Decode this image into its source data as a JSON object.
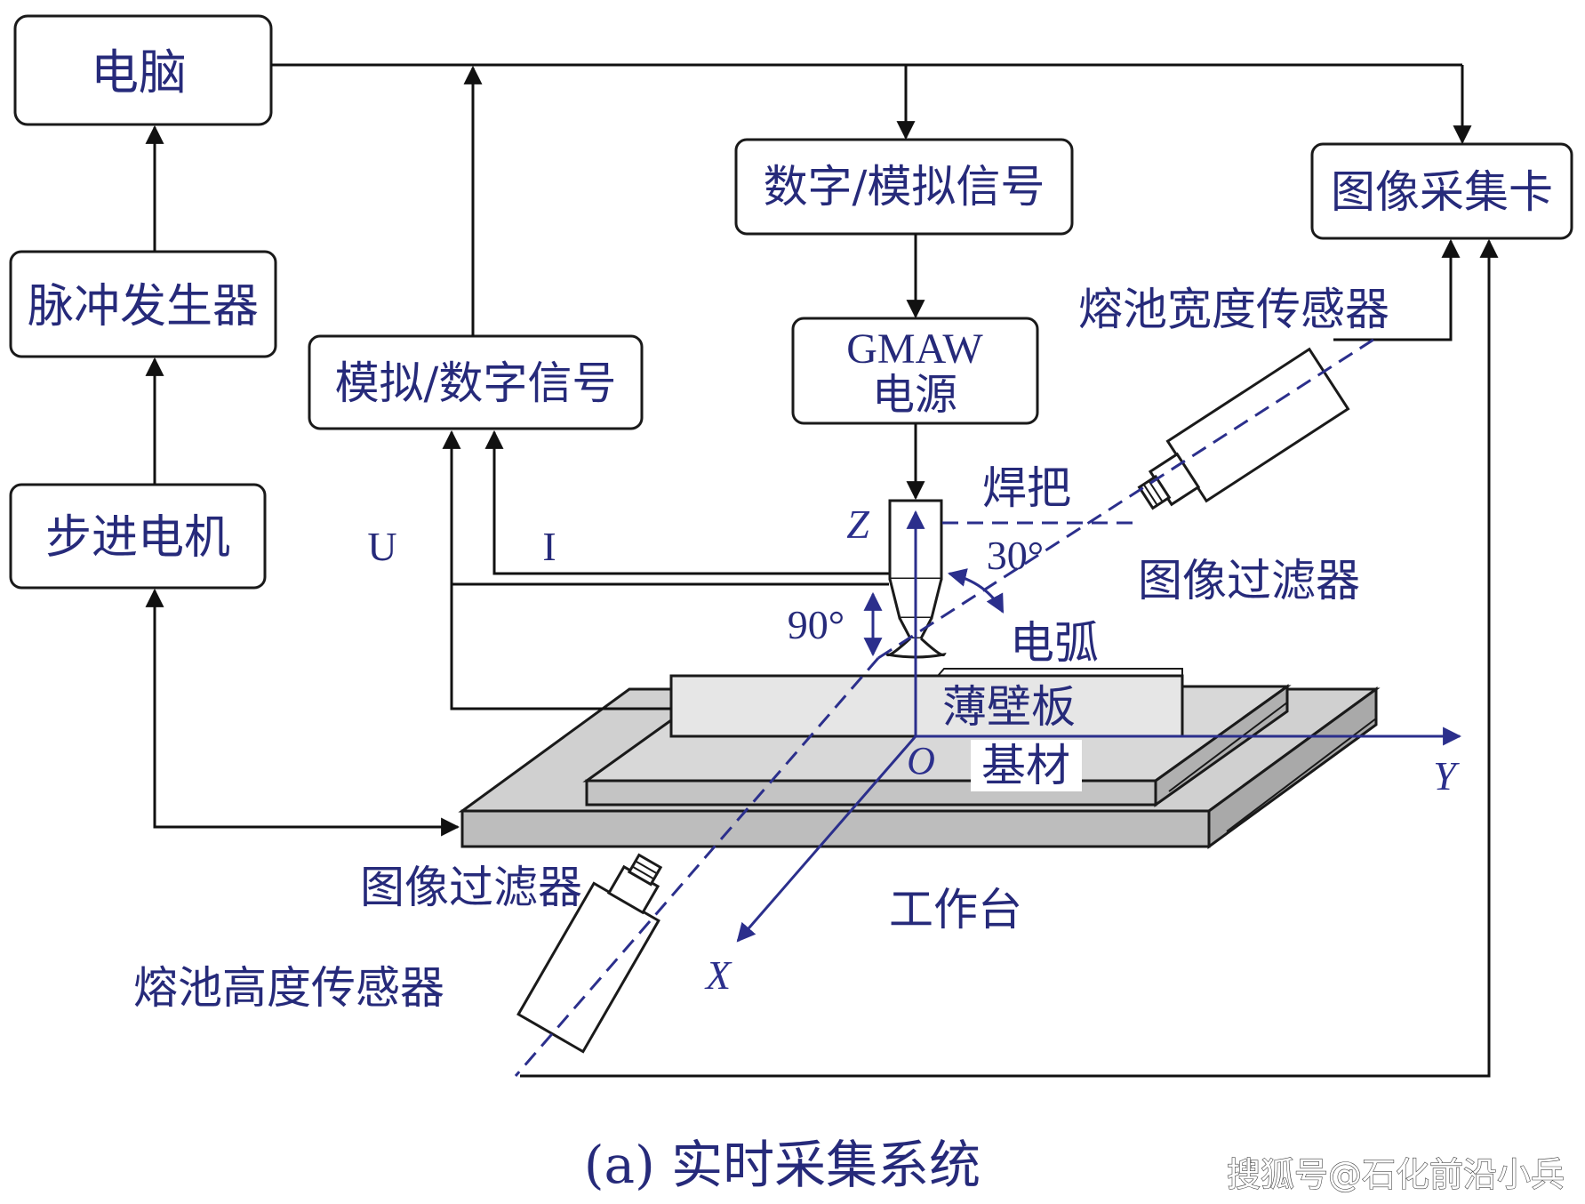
{
  "labels": {
    "computer": "电脑",
    "pulse_generator": "脉冲发生器",
    "stepper_motor": "步进电机",
    "ad_signal": "模拟/数字信号",
    "da_signal": "数字/模拟信号",
    "gmaw_line1": "GMAW",
    "gmaw_line2": "电源",
    "image_card": "图像采集卡",
    "width_sensor": "熔池宽度传感器",
    "height_sensor": "熔池高度传感器",
    "torch": "焊把",
    "angle30": "30°",
    "angle90": "90°",
    "arc": "电弧",
    "filter_right": "图像过滤器",
    "filter_left": "图像过滤器",
    "thin_wall": "薄壁板",
    "substrate": "基材",
    "worktable": "工作台",
    "voltage": "U",
    "current": "I",
    "axis_z": "Z",
    "axis_y": "Y",
    "axis_x": "X",
    "origin": "O",
    "caption": "(a) 实时采集系统",
    "watermark": "搜狐号@石化前沿小兵"
  },
  "colors": {
    "text": "#262a7a",
    "axis": "#2b2f8c",
    "line": "#111111",
    "table_gray": "#c8c8c8"
  }
}
